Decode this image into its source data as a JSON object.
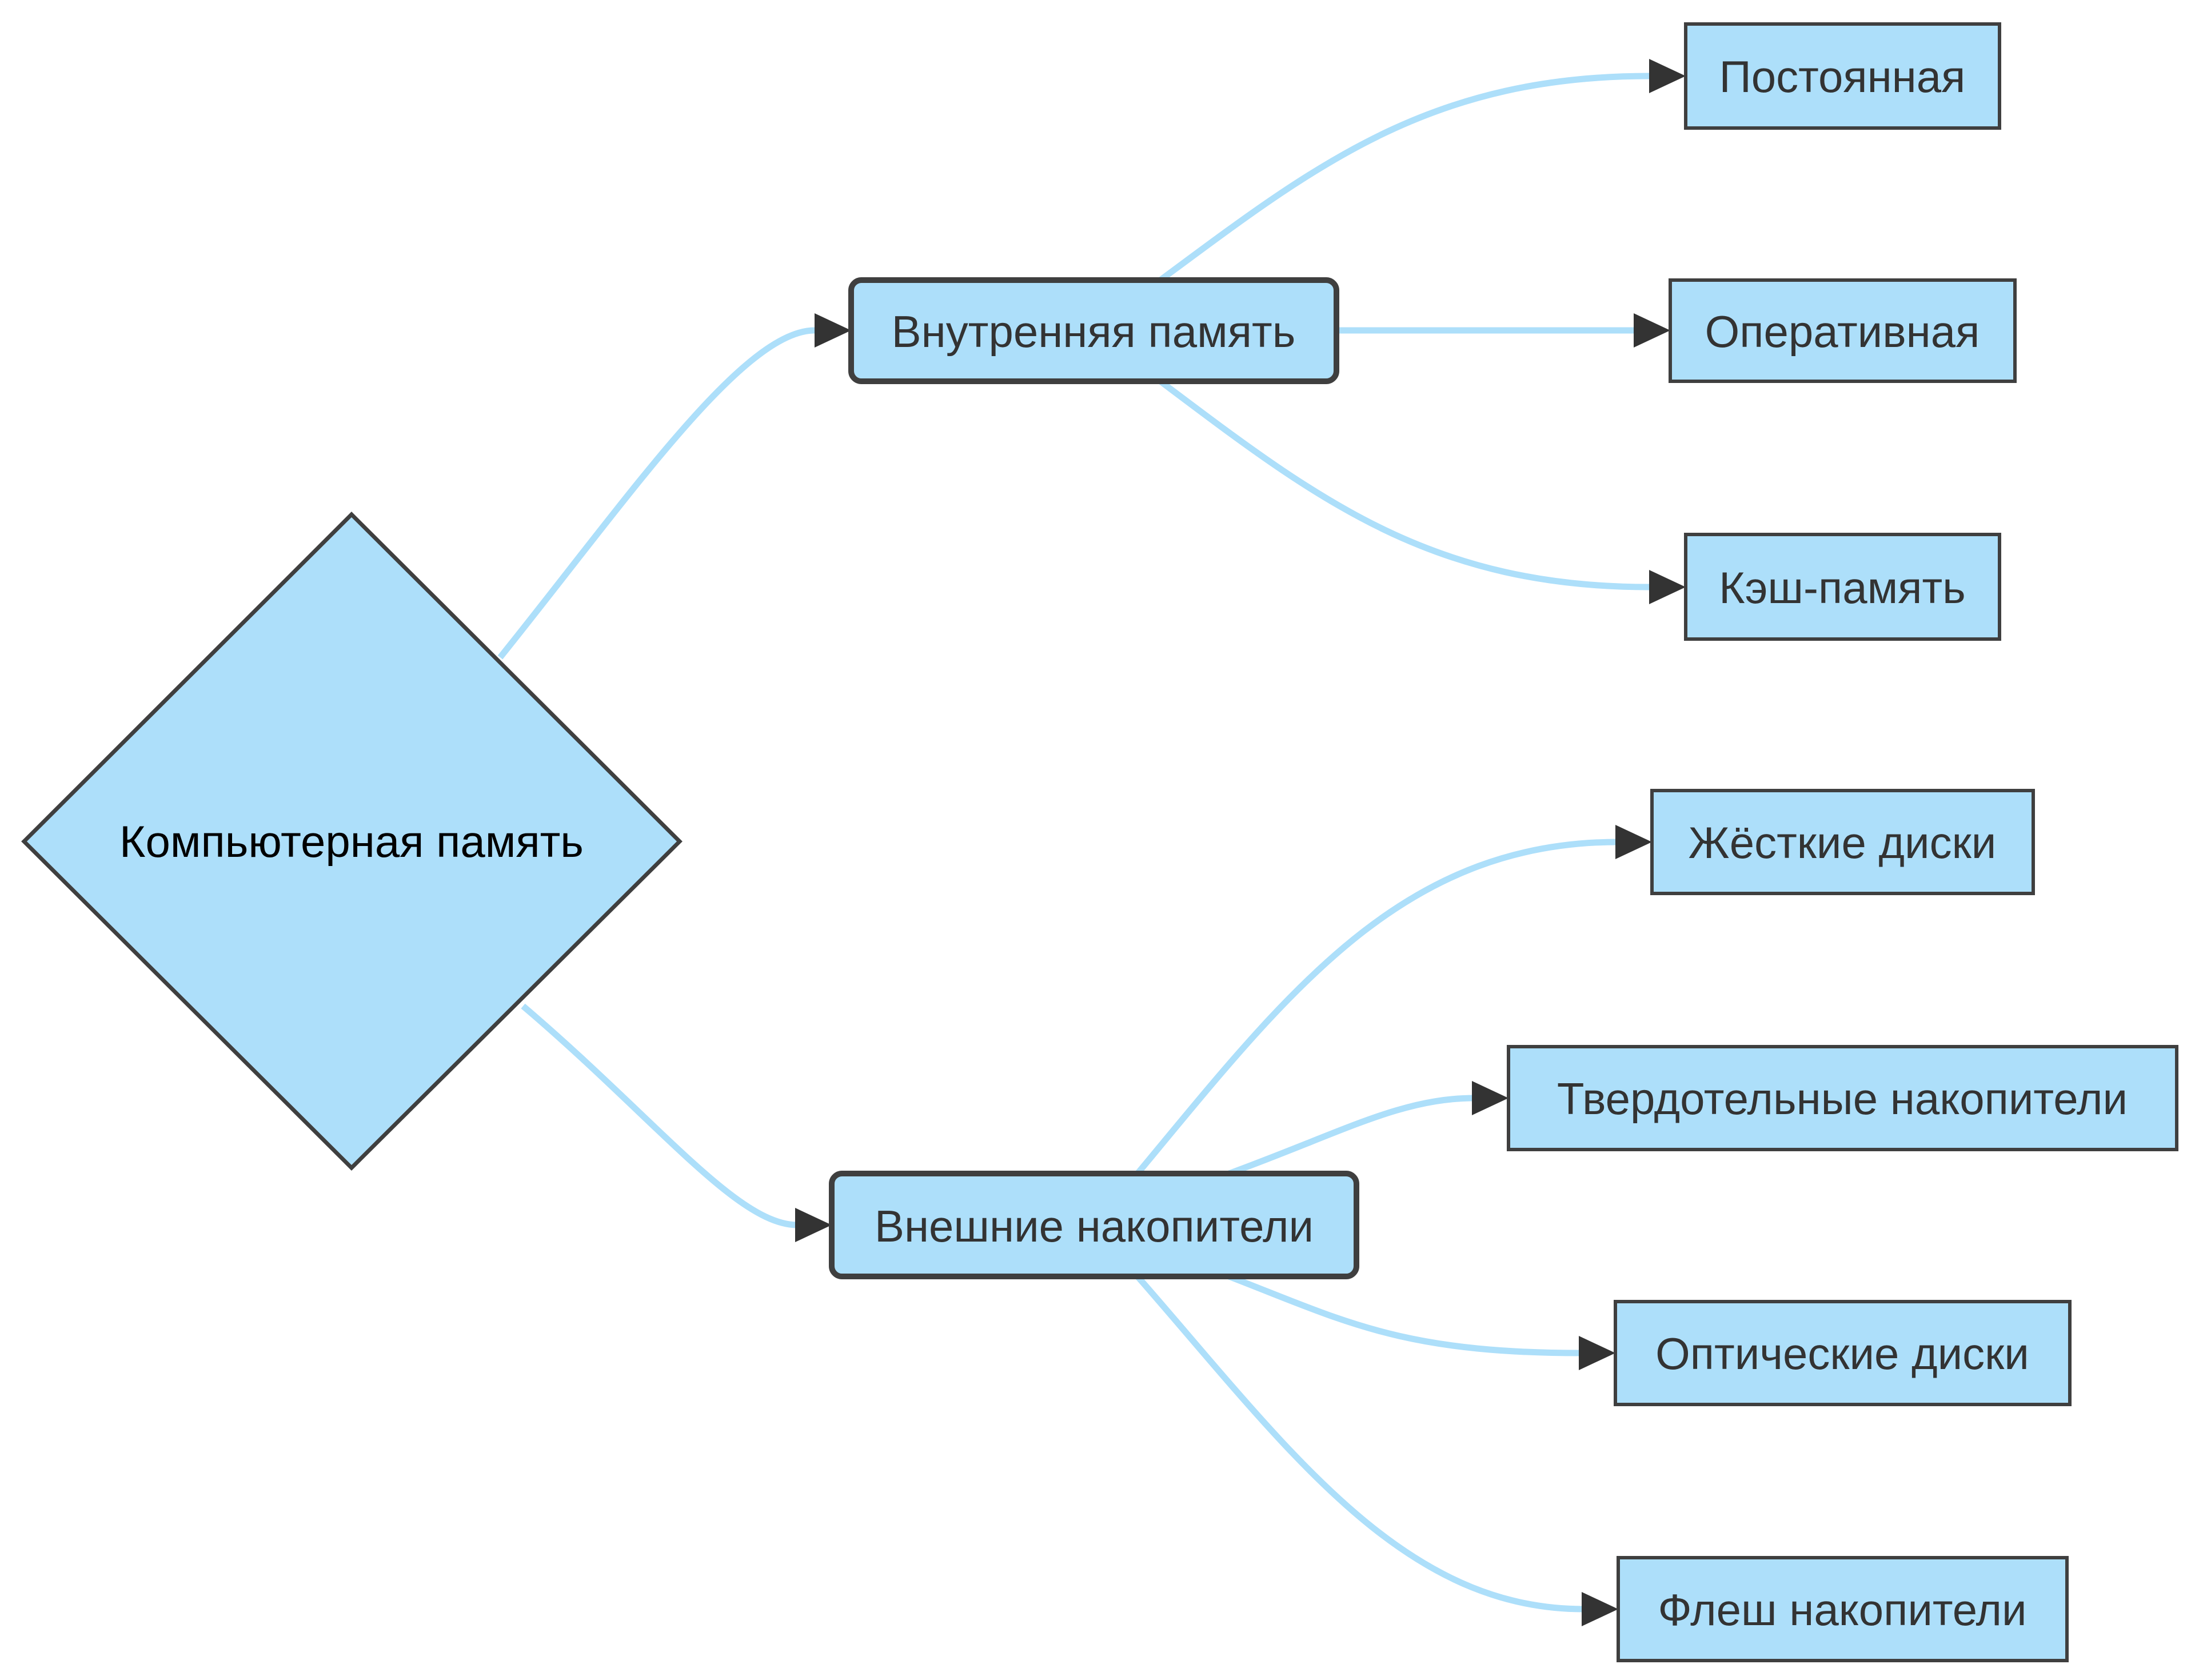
{
  "diagram": {
    "type": "flowchart",
    "direction": "left-to-right",
    "colors": {
      "node_fill": "#addffa",
      "node_stroke": "#3f3f3f",
      "edge": "#addffa",
      "arrowhead": "#333333",
      "text": "#333333",
      "root_text": "#000000"
    },
    "nodes": {
      "root": {
        "label": "Компьютерная память",
        "shape": "diamond"
      },
      "internal": {
        "label": "Внутренняя память",
        "shape": "rounded-rect"
      },
      "external": {
        "label": "Внешние накопители",
        "shape": "rounded-rect"
      },
      "rom": {
        "label": "Постоянная",
        "shape": "rect"
      },
      "ram": {
        "label": "Оперативная",
        "shape": "rect"
      },
      "cache": {
        "label": "Кэш-память",
        "shape": "rect"
      },
      "hdd": {
        "label": "Жёсткие диски",
        "shape": "rect"
      },
      "ssd": {
        "label": "Твердотельные накопители",
        "shape": "rect"
      },
      "optical": {
        "label": "Оптические диски",
        "shape": "rect"
      },
      "flash": {
        "label": "Флеш накопители",
        "shape": "rect"
      }
    },
    "edges": [
      {
        "from": "root",
        "to": "internal"
      },
      {
        "from": "root",
        "to": "external"
      },
      {
        "from": "internal",
        "to": "rom"
      },
      {
        "from": "internal",
        "to": "ram"
      },
      {
        "from": "internal",
        "to": "cache"
      },
      {
        "from": "external",
        "to": "hdd"
      },
      {
        "from": "external",
        "to": "ssd"
      },
      {
        "from": "external",
        "to": "optical"
      },
      {
        "from": "external",
        "to": "flash"
      }
    ]
  }
}
